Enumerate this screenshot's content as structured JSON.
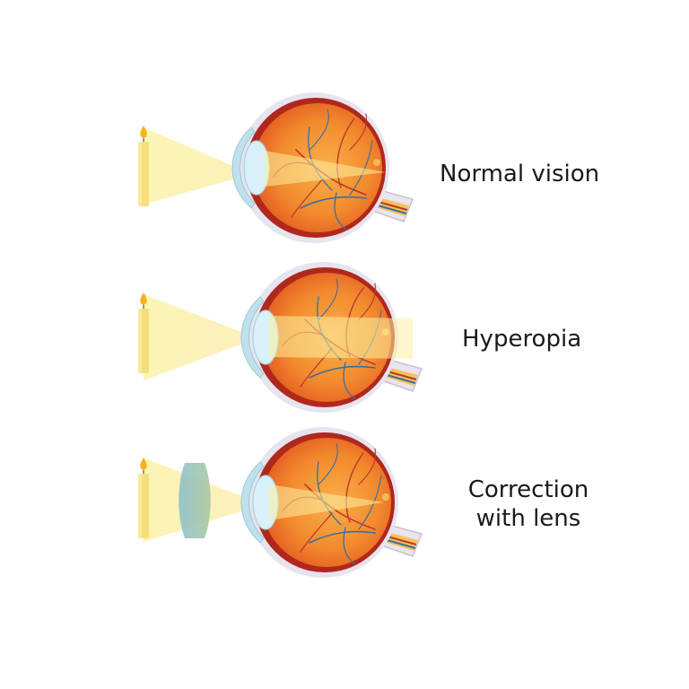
{
  "labels": {
    "normal": "Normal vision",
    "hyperopia": "Hyperopia",
    "correction_line1": "Correction",
    "correction_line2": "with lens"
  },
  "colors": {
    "sclera": "#e6e4ef",
    "eye_outer": "#b0281c",
    "eye_inner": "#f07a2a",
    "eye_core": "#f7a640",
    "light_beam": "#fbf3a8",
    "cornea": "#bfe1ec",
    "lens": "#d8f0f7",
    "candle": "#f6df7a",
    "flame": "#f3b31e",
    "vessel_red": "#c1352a",
    "vessel_blue": "#3a6f9e",
    "corrective_lens": "#8fb7a4",
    "optic_nerve": "#f3c35a"
  }
}
